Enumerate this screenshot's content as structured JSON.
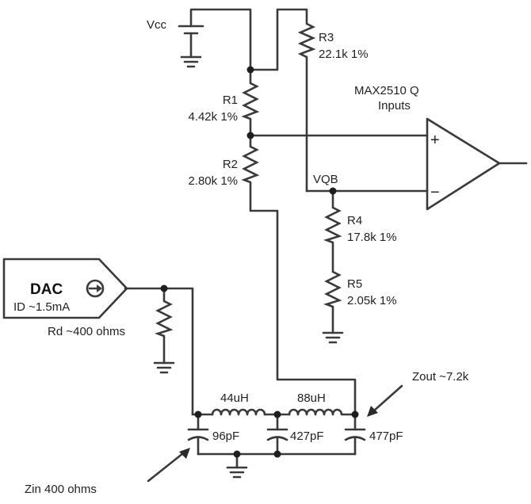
{
  "labels": {
    "vcc": "Vcc",
    "r1_name": "R1",
    "r1_value": "4.42k 1%",
    "r2_name": "R2",
    "r2_value": "2.80k 1%",
    "r3_name": "R3",
    "r3_value": "22.1k 1%",
    "r4_name": "R4",
    "r4_value": "17.8k 1%",
    "r5_name": "R5",
    "r5_value": "2.05k 1%",
    "vqb": "VQB",
    "amp_title_line1": "MAX2510 Q",
    "amp_title_line2": "Inputs",
    "plus": "+",
    "minus": "−",
    "dac": "DAC",
    "dac_current": "ID ~1.5mA",
    "rd": "Rd ~400 ohms",
    "l1": "44uH",
    "l2": "88uH",
    "c1": "96pF",
    "c2": "427pF",
    "c3": "477pF",
    "zout": "Zout ~7.2k",
    "zin": "Zin 400 ohms"
  }
}
